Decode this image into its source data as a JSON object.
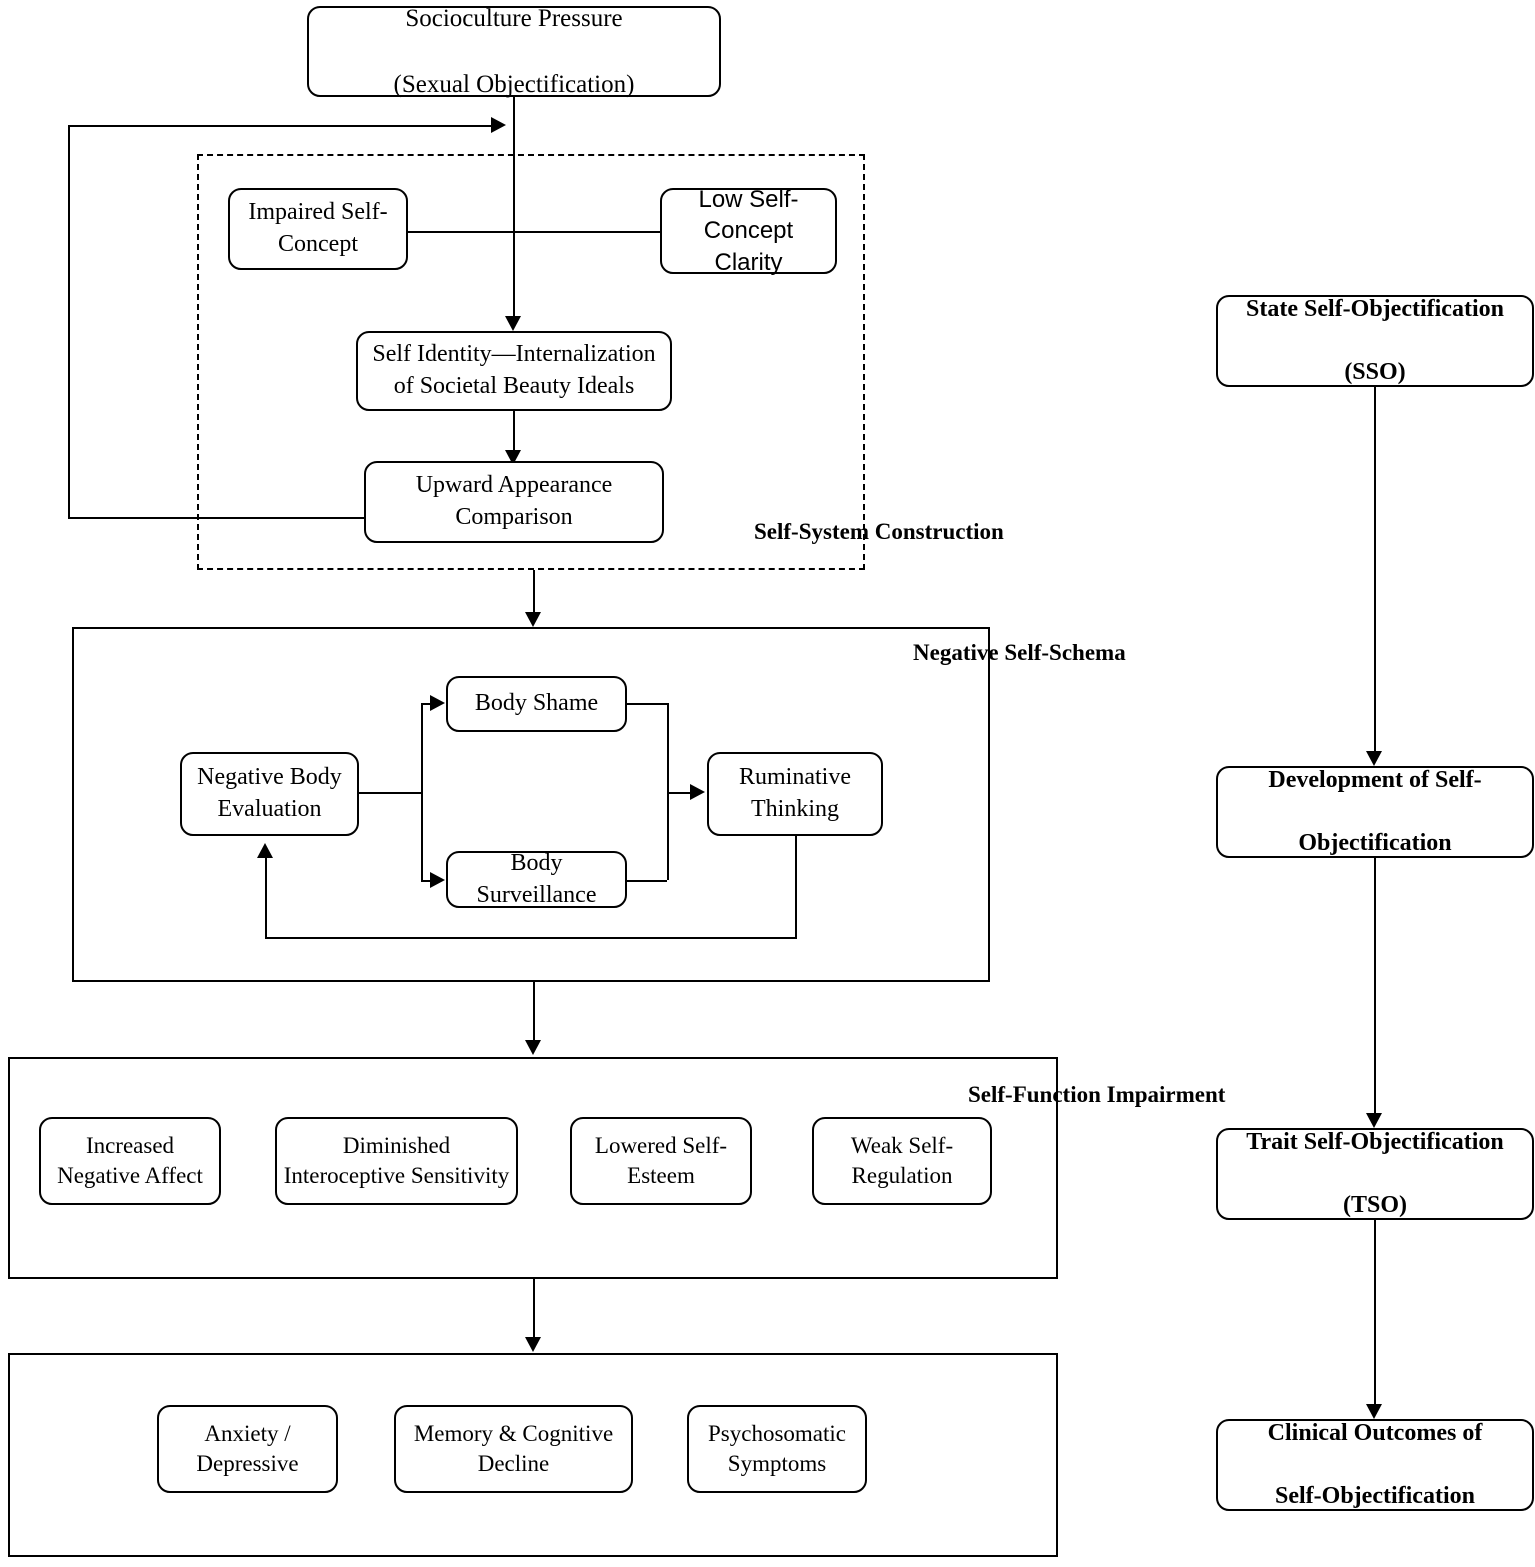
{
  "diagram": {
    "title_node": {
      "line1": "Socioculture Pressure",
      "line2": "(Sexual Objectification)"
    },
    "groups": {
      "self_system": "Self-System Construction",
      "negative_schema": "Negative Self-Schema",
      "self_function": "Self-Function Impairment"
    },
    "self_system_nodes": {
      "impaired_self_concept": "Impaired Self-Concept",
      "low_self_concept_clarity": "Low Self-Concept Clarity",
      "self_identity": "Self Identity—Internalization of Societal Beauty Ideals",
      "upward_comparison": "Upward Appearance Comparison"
    },
    "schema_nodes": {
      "negative_body_evaluation": "Negative Body Evaluation",
      "body_shame": "Body Shame",
      "body_surveillance": "Body Surveillance",
      "ruminative_thinking": "Ruminative Thinking"
    },
    "function_nodes": [
      "Increased Negative Affect",
      "Diminished Interoceptive Sensitivity",
      "Lowered Self-Esteem",
      "Weak Self-Regulation"
    ],
    "outcome_nodes": [
      "Anxiety / Depressive",
      "Memory & Cognitive Decline",
      "Psychosomatic Symptoms"
    ],
    "right_column": [
      {
        "line1": "State Self-Objectification",
        "line2": "(SSO)"
      },
      {
        "line1": "Development of  Self-",
        "line2": "Objectification"
      },
      {
        "line1": "Trait Self-Objectification",
        "line2": "(TSO)"
      },
      {
        "line1": "Clinical Outcomes of",
        "line2": "Self-Objectification"
      }
    ],
    "colors": {
      "stroke": "#000000",
      "background": "#ffffff"
    }
  }
}
